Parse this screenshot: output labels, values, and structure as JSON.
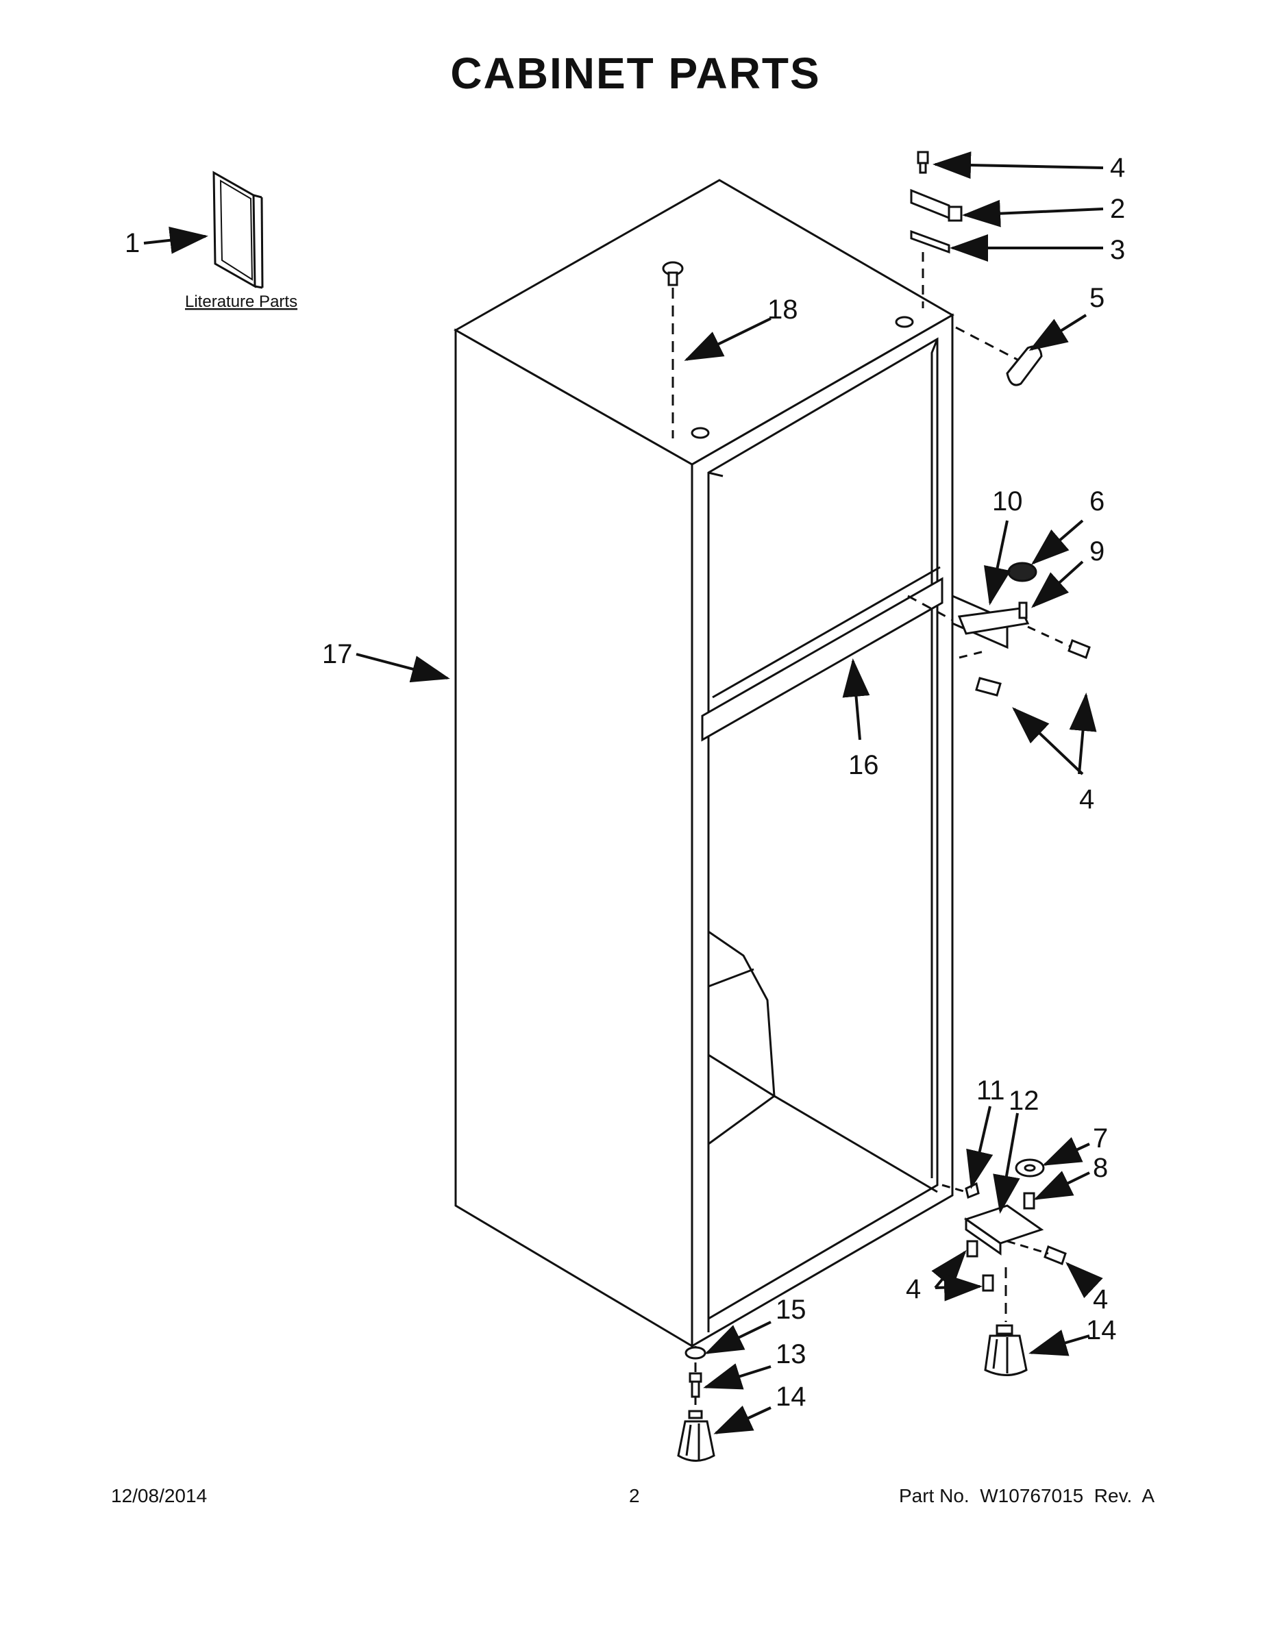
{
  "title": "CABINET PARTS",
  "literature_label": "Literature Parts",
  "callouts": {
    "c1": "1",
    "c2": "2",
    "c3": "3",
    "c4_top": "4",
    "c5": "5",
    "c6": "6",
    "c7": "7",
    "c8": "8",
    "c9": "9",
    "c10": "10",
    "c11": "11",
    "c12": "12",
    "c13": "13",
    "c14_left": "14",
    "c14_right": "14",
    "c15": "15",
    "c16": "16",
    "c17": "17",
    "c18": "18",
    "c4_mid": "4",
    "c4_low_left": "4",
    "c4_low_right": "4"
  },
  "footer": {
    "date": "12/08/2014",
    "page": "2",
    "part_no": "Part No.  W10767015  Rev.  A"
  }
}
